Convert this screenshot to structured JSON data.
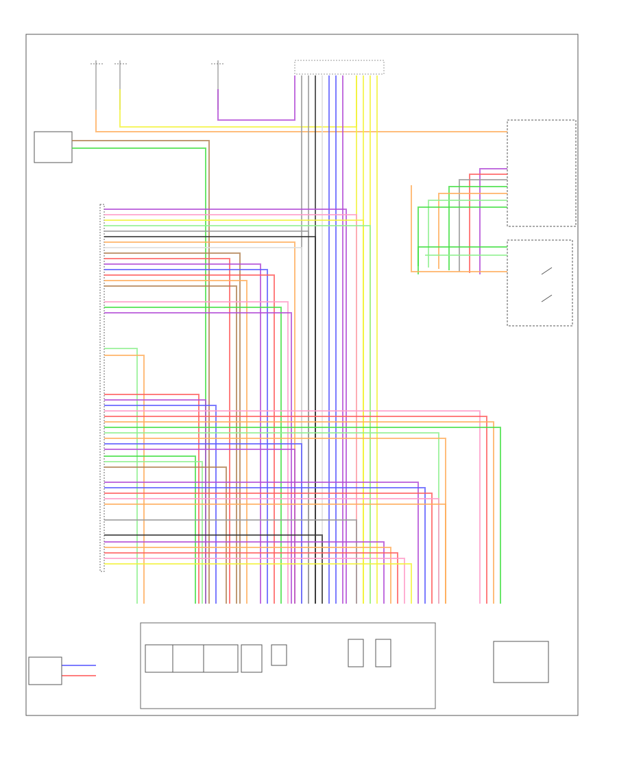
{
  "diagram": {
    "footer_code": "",
    "top_fuse_boxes": [
      {
        "id": "fuse-box-1",
        "title": "",
        "labels": [
          "",
          ""
        ],
        "notes": ""
      },
      {
        "id": "fuse-box-2",
        "title": "",
        "labels": [
          ""
        ],
        "notes": ""
      }
    ],
    "top_right_junction": {
      "title": ""
    },
    "left_module": {
      "title": ""
    },
    "combination_meter": {
      "title": ""
    },
    "switch_box": {
      "title": ""
    },
    "tcm_pins": [
      "",
      "",
      "",
      "",
      "",
      "",
      "",
      "",
      "",
      "",
      "",
      "",
      "",
      "",
      "",
      "",
      "",
      "",
      "",
      "",
      "",
      "",
      "",
      "",
      "",
      "",
      "",
      "",
      "",
      "",
      "",
      "",
      "",
      "",
      "",
      "",
      "",
      "",
      "",
      "",
      "",
      "",
      "",
      "",
      "",
      "",
      "",
      ""
    ],
    "bottom_components": [
      {
        "id": "comp-1",
        "label": ""
      },
      {
        "id": "comp-2",
        "label": ""
      },
      {
        "id": "comp-3",
        "label": ""
      },
      {
        "id": "comp-4",
        "label": ""
      },
      {
        "id": "comp-5",
        "label": ""
      },
      {
        "id": "comp-6",
        "label": ""
      },
      {
        "id": "comp-7",
        "label": ""
      },
      {
        "id": "comp-8",
        "label": ""
      },
      {
        "id": "comp-9",
        "label": ""
      },
      {
        "id": "comp-10",
        "label": ""
      }
    ],
    "bottom_left_box": {
      "title": "",
      "labels": [
        "",
        ""
      ]
    },
    "wire_colors": {
      "red": "#ff5c5c",
      "pink": "#ff9bc8",
      "orange": "#ffad5a",
      "yellow": "#f2f23a",
      "green": "#44e044",
      "lightgreen": "#8ef08e",
      "blue": "#5a5aff",
      "violet": "#b24ad6",
      "gray": "#9a9a9a",
      "brown": "#b08050",
      "black": "#333333",
      "white": "#dddddd"
    }
  }
}
